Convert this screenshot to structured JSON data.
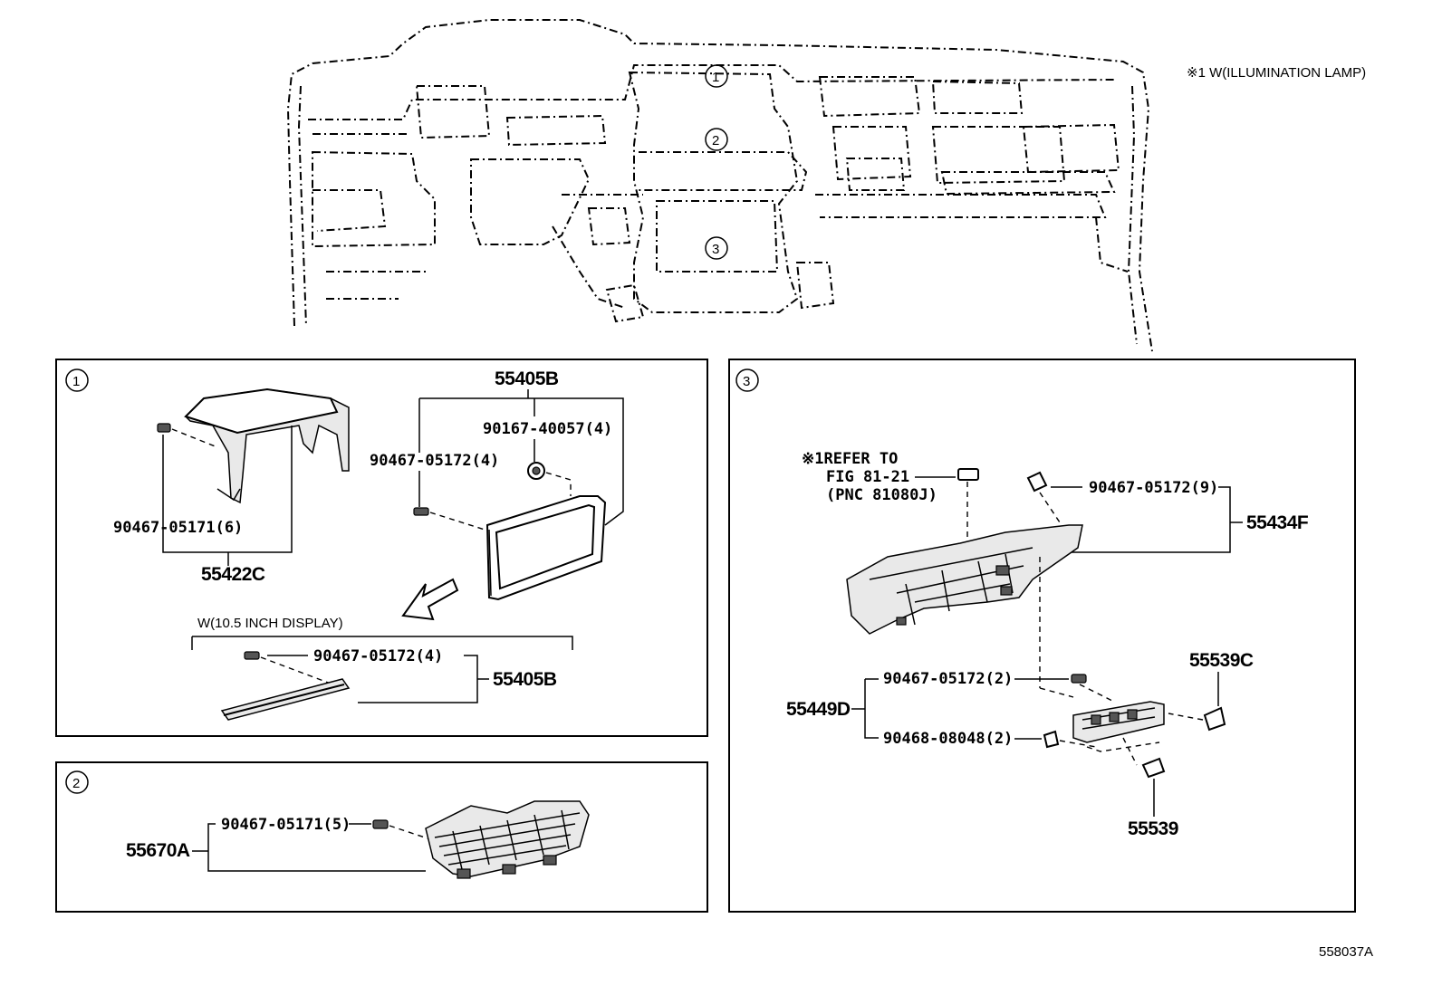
{
  "header": {
    "illumination_note": "※1 W(ILLUMINATION LAMP)"
  },
  "overview": {
    "callouts": [
      "1",
      "2",
      "3"
    ]
  },
  "panel1": {
    "index": "1",
    "labels": {
      "p55405B_top": "55405B",
      "p90167": "90167-40057(4)",
      "p90467_05172_a": "90467-05172(4)",
      "p90467_05171_6": "90467-05171(6)",
      "p55422C": "55422C",
      "variant_note": "W(10.5 INCH DISPLAY)",
      "p90467_05172_b": "90467-05172(4)",
      "p55405B_bottom": "55405B"
    }
  },
  "panel2": {
    "index": "2",
    "labels": {
      "p90467_05171_5": "90467-05171(5)",
      "p55670A": "55670A"
    }
  },
  "panel3": {
    "index": "3",
    "labels": {
      "refer_line1": "※1REFER TO",
      "refer_line2": "FIG 81-21",
      "refer_line3": "(PNC 81080J)",
      "p90467_05172_9": "90467-05172(9)",
      "p55434F": "55434F",
      "p55539C": "55539C",
      "p90467_05172_2": "90467-05172(2)",
      "p55449D": "55449D",
      "p90468_08048_2": "90468-08048(2)",
      "p55539": "55539"
    }
  },
  "footer": {
    "diagram_id": "558037A"
  }
}
